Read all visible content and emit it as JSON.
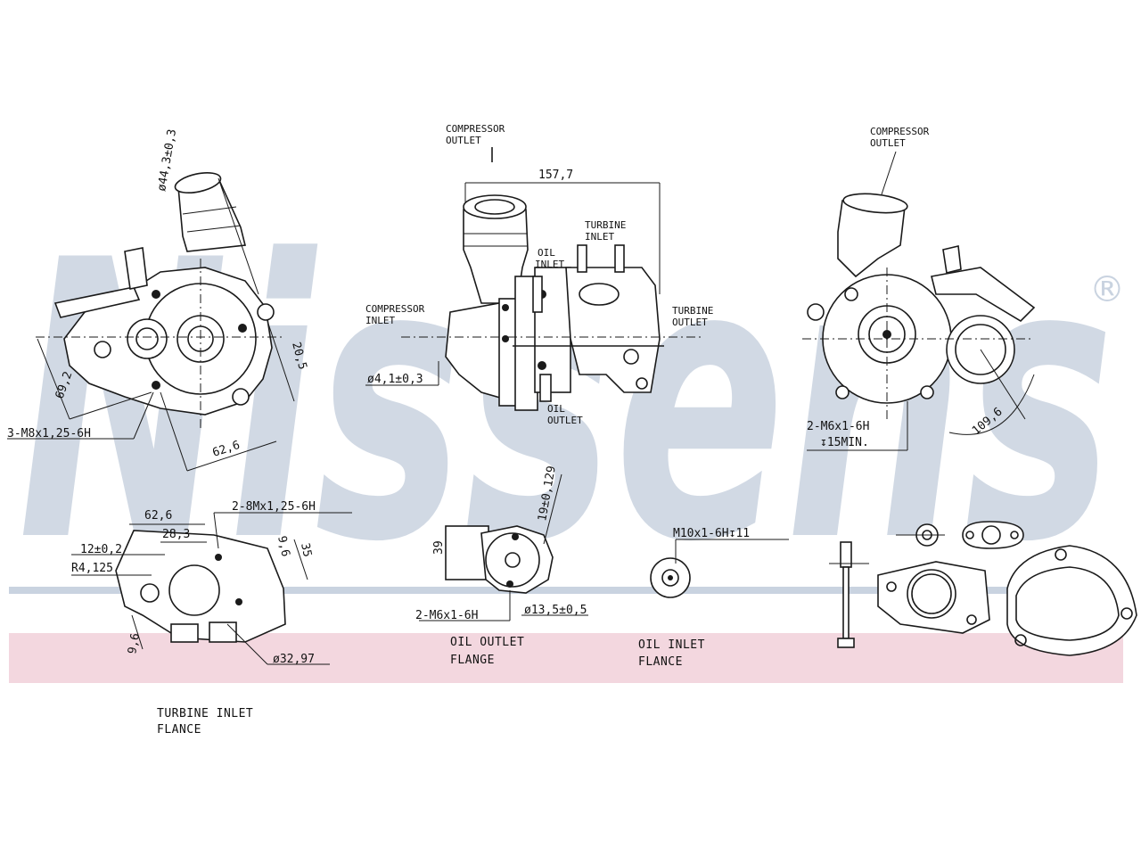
{
  "watermark": {
    "brand": "Nissens",
    "registered": "®",
    "color": "#c9d3e0",
    "band_blue": "#c9d3e0",
    "band_pink": "#f3d7df"
  },
  "labels": {
    "compressor_outlet_top_1": "COMPRESSOR",
    "compressor_outlet_top_2": "OUTLET",
    "compressor_outlet_right_1": "COMPRESSOR",
    "compressor_outlet_right_2": "OUTLET",
    "turbine_inlet_top_1": "TURBINE",
    "turbine_inlet_top_2": "INLET",
    "oil_inlet_1": "OIL",
    "oil_inlet_2": "INLET",
    "compressor_inlet_1": "COMPRESSOR",
    "compressor_inlet_2": "INLET",
    "turbine_outlet_1": "TURBINE",
    "turbine_outlet_2": "OUTLET",
    "oil_outlet_1": "OIL",
    "oil_outlet_2": "OUTLET",
    "oil_outlet_flange_1": "OIL  OUTLET",
    "oil_outlet_flange_2": "FLANGE",
    "oil_inlet_flange_1": "OIL  INLET",
    "oil_inlet_flange_2": "FLANCE",
    "turbine_inlet_flange_1": "TURBINE  INLET",
    "turbine_inlet_flange_2": "FLANCE"
  },
  "dimensions": {
    "d_44_3": "ø44,3±0,3",
    "d_69_2": "69,2",
    "d_20_5": "20,5",
    "d_62_6_a": "62,6",
    "thread_3_m8": "3-M8x1,25-6H",
    "d_157_7": "157,7",
    "d_4_1": "ø4,1±0,3",
    "thread_2_m6_depth_1": "2-M6x1-6H",
    "thread_2_m6_depth_2": "↧15MIN.",
    "d_109_6": "109,6",
    "d_62_6_b": "62,6",
    "d_28_3": "28,3",
    "thread_2_m8": "2-8Mx1,25-6H",
    "d_12": "12±0,2",
    "r_4_125": "R4,125",
    "d_9_6": "9,6",
    "d_35": "35",
    "d_9_6_b": "9,6",
    "d_32_97": "ø32,97",
    "d_39": "39",
    "d_19": "19±0,129",
    "thread_2_m6": "2-M6x1-6H",
    "d_13_5": "ø13,5±0,5",
    "thread_m10": "M10x1-6H↧11"
  }
}
